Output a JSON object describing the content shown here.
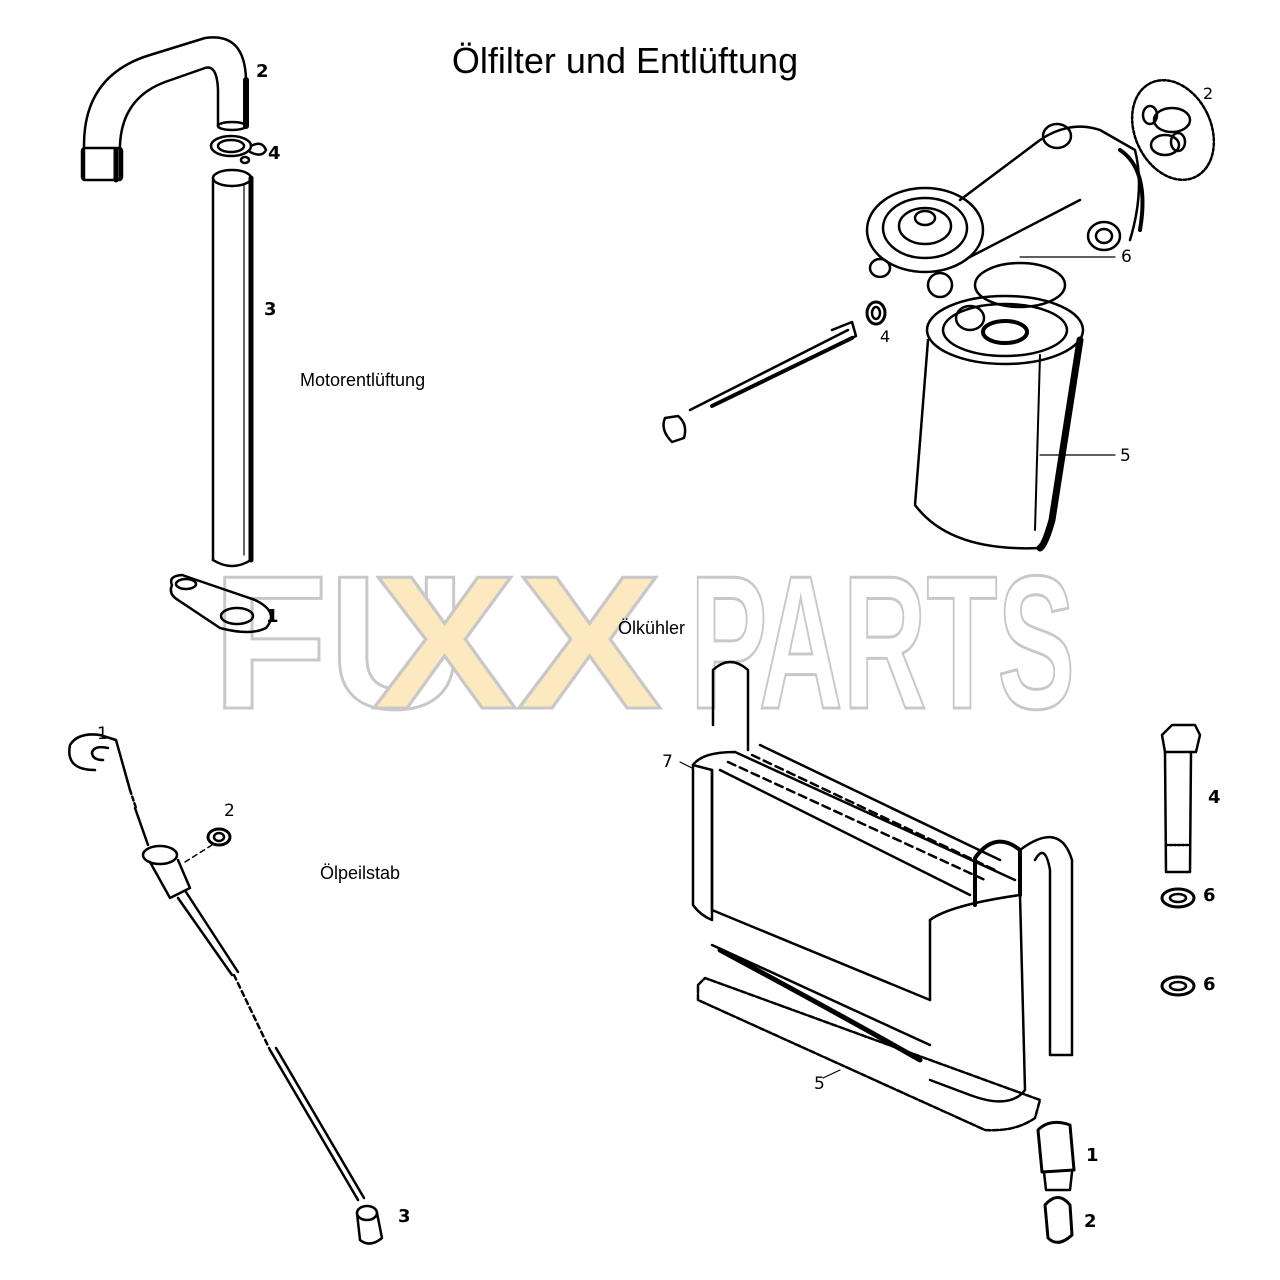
{
  "page": {
    "title": "Ölfilter und Entlüftung"
  },
  "watermark": {
    "text_left": "FU",
    "text_xx": "XX",
    "text_right": "PARTS",
    "outline_color": "#c8c8c8",
    "xx_fill_color": "#fde9bf"
  },
  "groups": {
    "motorentlueftung": {
      "label": "Motorentlüftung",
      "callouts": [
        "2",
        "4",
        "3",
        "1"
      ]
    },
    "oelfilter": {
      "callouts": [
        "2",
        "6",
        "4",
        "5"
      ]
    },
    "oelkuehler": {
      "label": "Ölkühler",
      "callouts": [
        "7",
        "4",
        "6",
        "6",
        "5",
        "1",
        "2"
      ]
    },
    "oelpeilstab": {
      "label": "Ölpeilstab",
      "callouts": [
        "1",
        "2",
        "3"
      ]
    }
  },
  "colors": {
    "line": "#000000",
    "background": "#ffffff"
  }
}
